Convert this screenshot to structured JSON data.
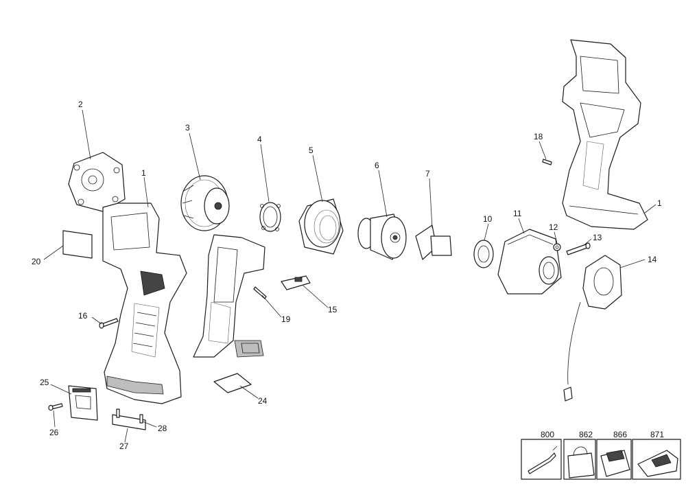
{
  "callouts": [
    {
      "id": "c1a",
      "text": "1"
    },
    {
      "id": "c1b",
      "text": "1"
    },
    {
      "id": "c2",
      "text": "2"
    },
    {
      "id": "c3",
      "text": "3"
    },
    {
      "id": "c4",
      "text": "4"
    },
    {
      "id": "c5",
      "text": "5"
    },
    {
      "id": "c6",
      "text": "6"
    },
    {
      "id": "c7",
      "text": "7"
    },
    {
      "id": "c10",
      "text": "10"
    },
    {
      "id": "c11",
      "text": "11"
    },
    {
      "id": "c12",
      "text": "12"
    },
    {
      "id": "c13",
      "text": "13"
    },
    {
      "id": "c14",
      "text": "14"
    },
    {
      "id": "c15",
      "text": "15"
    },
    {
      "id": "c16",
      "text": "16"
    },
    {
      "id": "c18",
      "text": "18"
    },
    {
      "id": "c19",
      "text": "19"
    },
    {
      "id": "c20",
      "text": "20"
    },
    {
      "id": "c24",
      "text": "24"
    },
    {
      "id": "c25",
      "text": "25"
    },
    {
      "id": "c26",
      "text": "26"
    },
    {
      "id": "c27",
      "text": "27"
    },
    {
      "id": "c28",
      "text": "28"
    }
  ],
  "accessories": [
    {
      "id": "a800",
      "text": "800"
    },
    {
      "id": "a862",
      "text": "862"
    },
    {
      "id": "a866",
      "text": "866"
    },
    {
      "id": "a871",
      "text": "871"
    }
  ]
}
